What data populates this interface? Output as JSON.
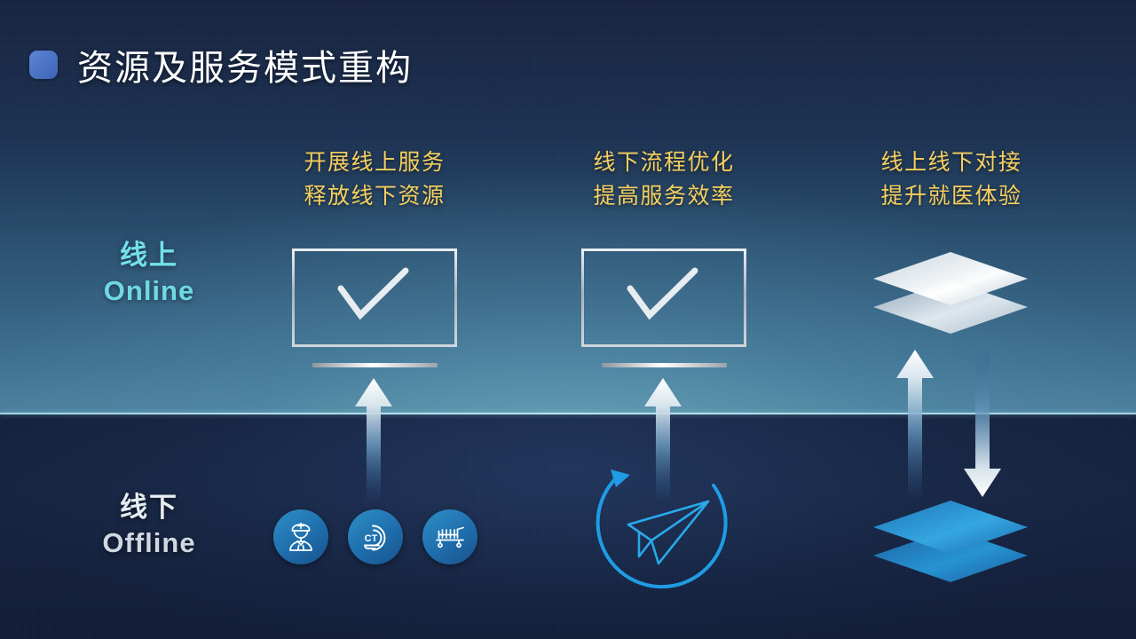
{
  "slide": {
    "title": "资源及服务模式重构",
    "bullet_icon": "rounded-square-bullet-icon",
    "background_top_color": "#16233f",
    "background_mid_color": "#4a7f9c",
    "background_bottom_color": "#13203c",
    "divider_color": "#a8dce8"
  },
  "side_labels": {
    "online": {
      "cn": "线上",
      "en": "Online",
      "color": "#6fd9e2"
    },
    "offline": {
      "cn": "线下",
      "en": "Offline",
      "color": "#d9e1e8"
    }
  },
  "captions": {
    "color": "#f6cf5e",
    "items": [
      {
        "line1": "开展线上服务",
        "line2": "释放线下资源"
      },
      {
        "line1": "线下流程优化",
        "line2": "提高服务效率"
      },
      {
        "line1": "线上线下对接",
        "line2": "提升就医体验"
      }
    ]
  },
  "columns": [
    {
      "online_icon": "monitor-checkmark-icon",
      "arrow": "up-arrow-icon",
      "offline_icons": [
        {
          "name": "doctor-icon",
          "label": ""
        },
        {
          "name": "ct-scanner-icon",
          "label": "CT"
        },
        {
          "name": "hospital-bed-icon",
          "label": ""
        }
      ]
    },
    {
      "online_icon": "monitor-checkmark-icon",
      "arrow": "up-arrow-icon",
      "offline_icons": [
        {
          "name": "paper-plane-cycle-icon",
          "label": ""
        }
      ]
    },
    {
      "online_icon": "stacked-layers-light-icon",
      "arrow": "up-down-arrows-icon",
      "offline_icons": [
        {
          "name": "stacked-layers-blue-icon",
          "label": ""
        }
      ]
    }
  ]
}
